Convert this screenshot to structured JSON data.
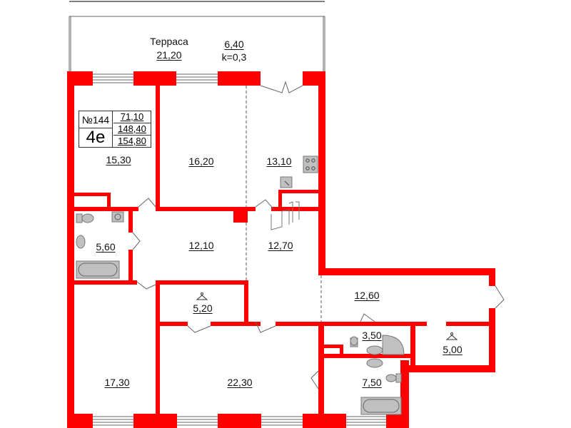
{
  "plan": {
    "colors": {
      "wall": "#ff0000",
      "fixture": "#c0c0c0",
      "line": "#555555"
    },
    "apartment": {
      "number": "№144",
      "type": "4е",
      "living_area": "71,10",
      "total_area": "148,40",
      "total_area_with_terrace": "154,80"
    },
    "terrace": {
      "name": "Терраса",
      "area": "21,20",
      "reduced_area": "6,40",
      "coefficient": "k=0,3"
    },
    "rooms": [
      {
        "id": "bedroom-nw",
        "area": "15,30"
      },
      {
        "id": "room-north",
        "area": "16,20"
      },
      {
        "id": "kitchen",
        "area": "13,10"
      },
      {
        "id": "bathroom-west",
        "area": "5,60"
      },
      {
        "id": "hall-center",
        "area": "12,10"
      },
      {
        "id": "hall-stair",
        "area": "12,70"
      },
      {
        "id": "corridor-east",
        "area": "12,60"
      },
      {
        "id": "wardrobe-center",
        "area": "5,20"
      },
      {
        "id": "shower-room",
        "area": "3,50"
      },
      {
        "id": "wardrobe-east",
        "area": "5,00"
      },
      {
        "id": "bedroom-sw",
        "area": "17,30"
      },
      {
        "id": "room-south",
        "area": "22,30"
      },
      {
        "id": "bathroom-south",
        "area": "7,50"
      }
    ]
  }
}
